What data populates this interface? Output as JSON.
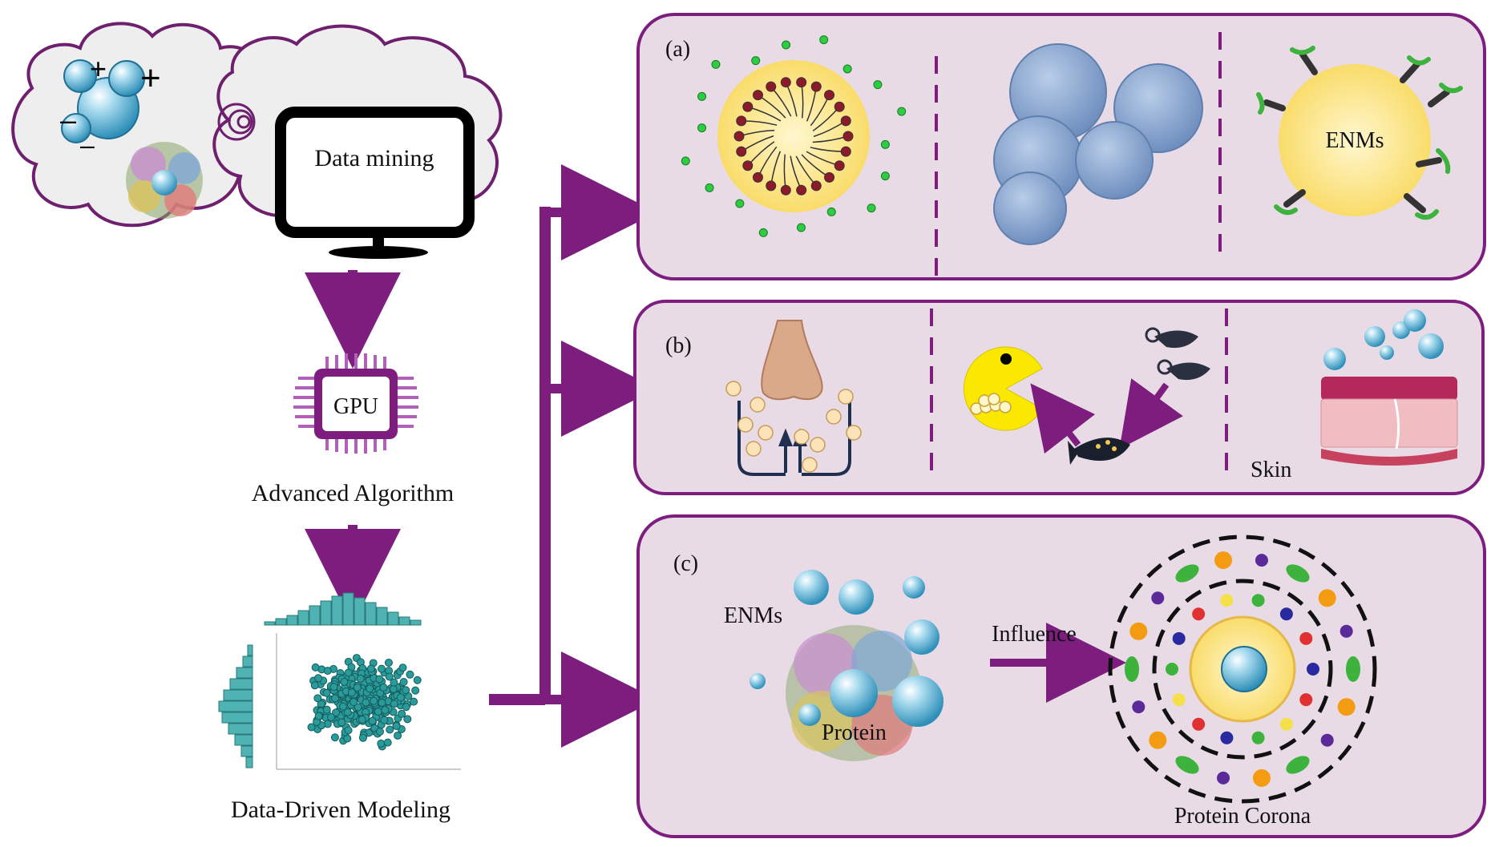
{
  "labels": {
    "data_mining": "Data mining",
    "gpu": "GPU",
    "advanced_algorithm": "Advanced Algorithm",
    "data_driven_modeling": "Data-Driven Modeling"
  },
  "panels": {
    "a": {
      "tag": "(a)",
      "enms": "ENMs"
    },
    "b": {
      "tag": "(b)",
      "skin": "Skin"
    },
    "c": {
      "tag": "(c)",
      "enms": "ENMs",
      "protein": "Protein",
      "influence": "Influence",
      "protein_corona": "Protein Corona"
    }
  },
  "colors": {
    "purple": "#7d1e7f",
    "panel_fill": "#e8dbe6",
    "yellow": "#fbe27a",
    "sphere": "#5bb4d8",
    "teal": "#2a9a9a"
  }
}
